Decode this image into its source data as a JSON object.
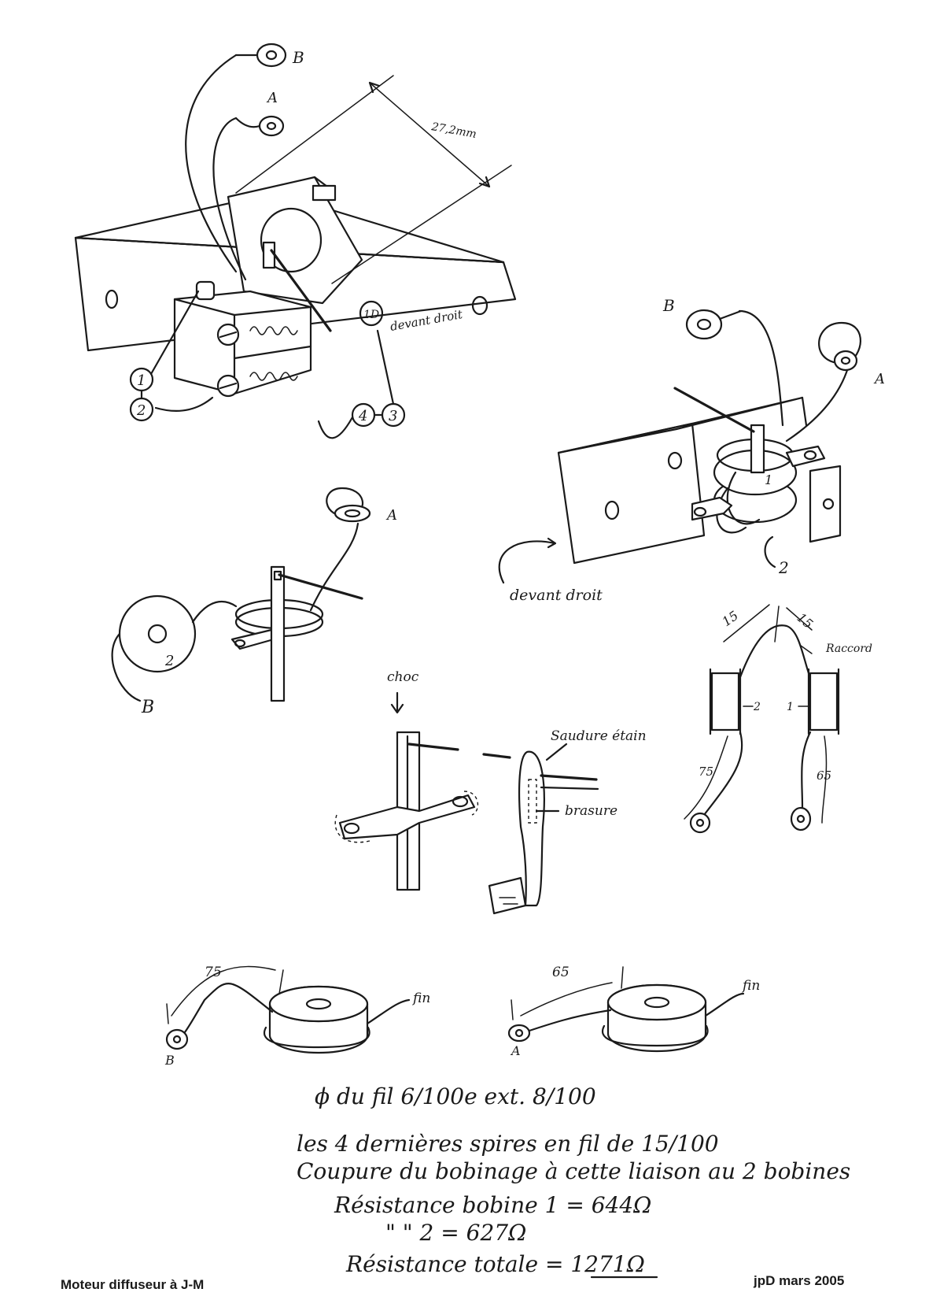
{
  "fig1": {
    "label_b": "B",
    "label_a": "A",
    "dimension": "27,2mm",
    "side_label": "devant droit",
    "plate_marking": "1D",
    "callout_1": "1",
    "callout_2": "2",
    "callout_3": "3",
    "callout_4": "4"
  },
  "fig2": {
    "label_b": "B",
    "label_a": "A",
    "coil_1": "1",
    "coil_2": "2",
    "side_label": "devant droit"
  },
  "fig3": {
    "label_a": "A",
    "label_b": "B",
    "coil_2": "2"
  },
  "fig4": {
    "choc": "choc",
    "soudure": "Saudure étain",
    "brasure": "brasure"
  },
  "fig5": {
    "len_left": "15",
    "len_right": "15",
    "raccord": "Raccord",
    "coil_2": "2",
    "coil_1": "1",
    "lead_left": "75",
    "lead_right": "65"
  },
  "fig6": {
    "len_b": "75",
    "label_b": "B",
    "fin_b": "fin",
    "len_a": "65",
    "label_a": "A",
    "fin_a": "fin"
  },
  "notes": {
    "line1": "ϕ du fil 6/100e ext. 8/100",
    "line2": "les 4 dernières spires en fil de 15/100",
    "line3": "Coupure du bobinage à cette liaison au 2 bobines",
    "line4": "Résistance bobine 1 = 644Ω",
    "line5": "\"        \"        2 = 627Ω",
    "line6": "Résistance totale = 1271Ω"
  },
  "footer": {
    "title": "Moteur diffuseur à J-M",
    "author_date": "jpD mars 2005"
  }
}
